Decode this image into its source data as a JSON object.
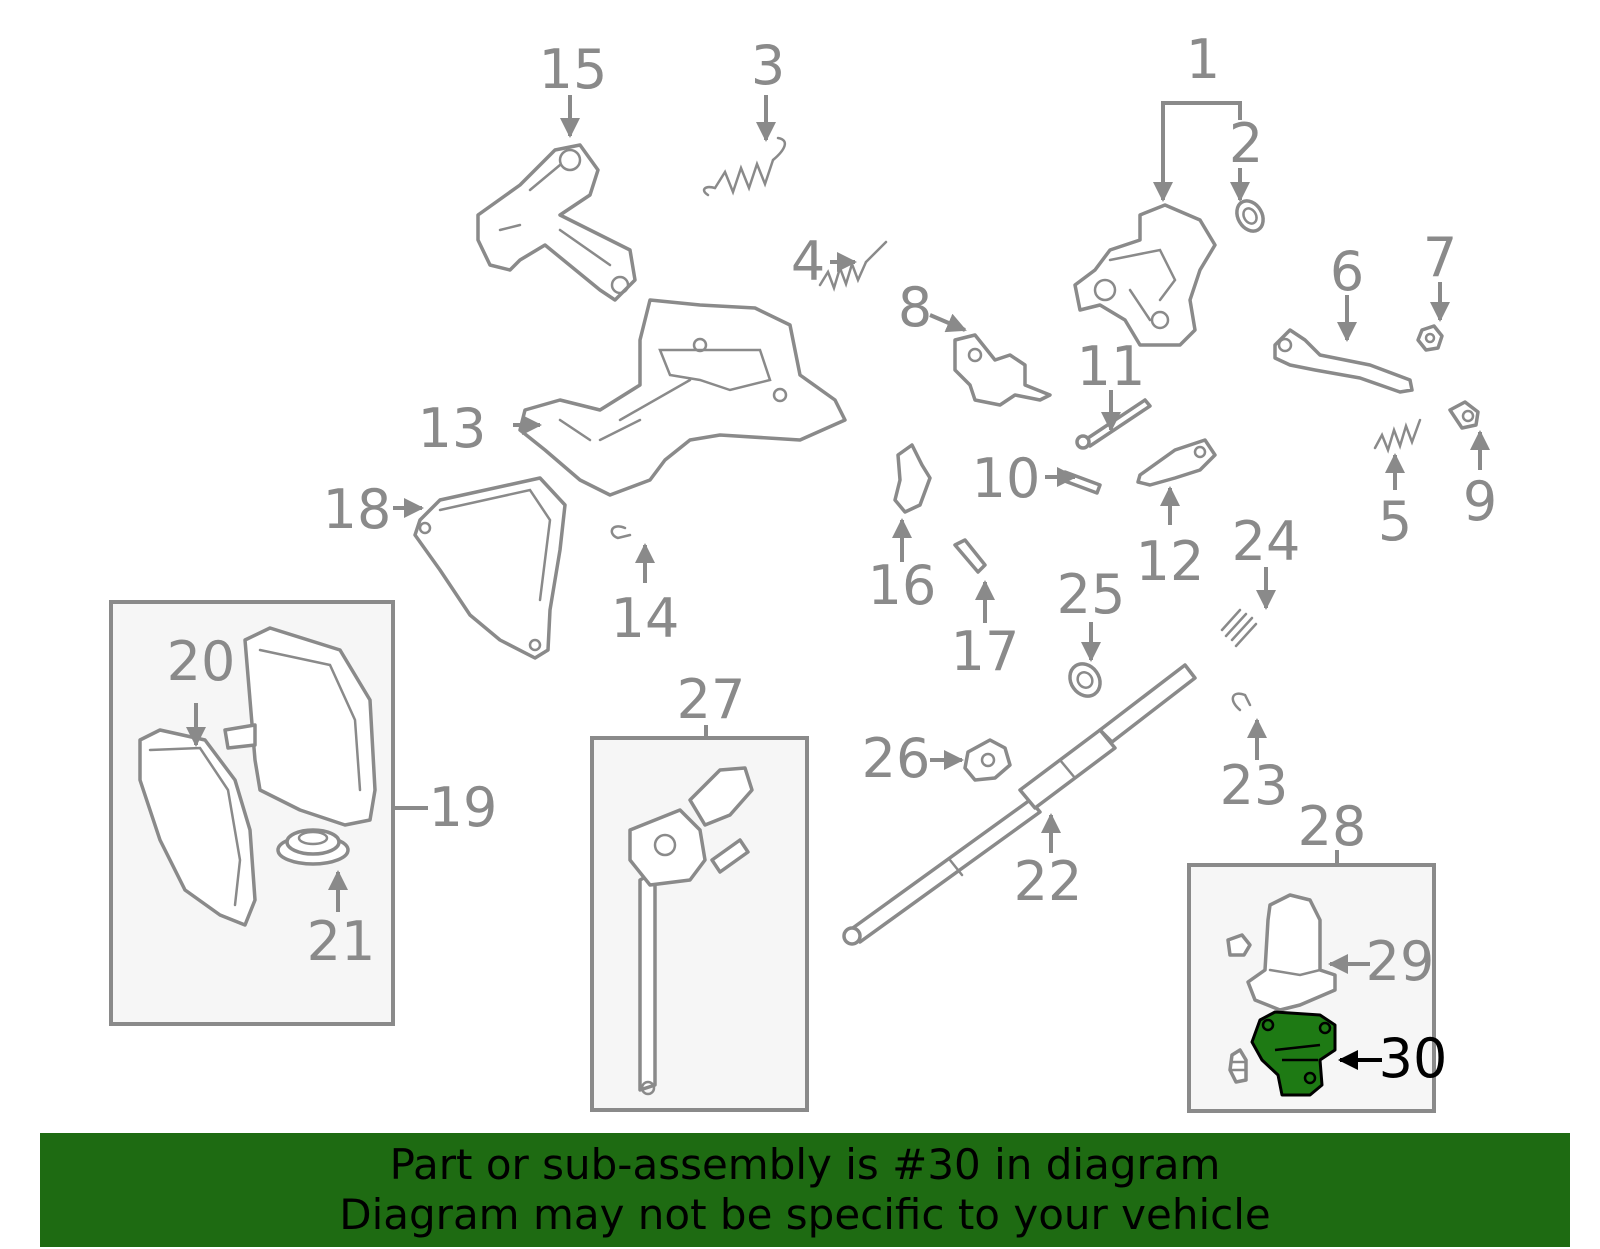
{
  "diagram": {
    "highlighted_part": "30",
    "highlight_color": "#1e7a14",
    "line_color": "#8a8a8a",
    "labels": {
      "p1": "1",
      "p2": "2",
      "p3": "3",
      "p4": "4",
      "p5": "5",
      "p6": "6",
      "p7": "7",
      "p8": "8",
      "p9": "9",
      "p10": "10",
      "p11": "11",
      "p12": "12",
      "p13": "13",
      "p14": "14",
      "p15": "15",
      "p16": "16",
      "p17": "17",
      "p18": "18",
      "p19": "19",
      "p20": "20",
      "p21": "21",
      "p22": "22",
      "p23": "23",
      "p24": "24",
      "p25": "25",
      "p26": "26",
      "p27": "27",
      "p28": "28",
      "p29": "29",
      "p30": "30"
    }
  },
  "banner": {
    "line1": "Part or sub-assembly is #30 in diagram",
    "line2": "Diagram may not be specific to your vehicle",
    "background": "#1e6b12"
  }
}
